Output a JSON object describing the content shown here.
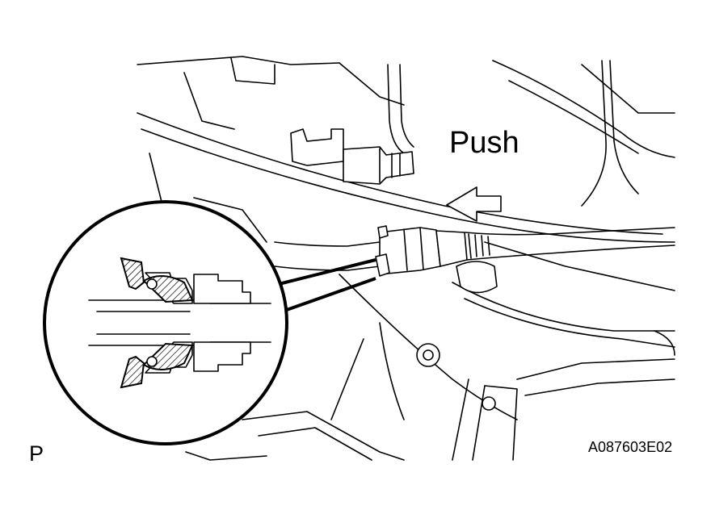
{
  "diagram": {
    "push_label": "Push",
    "view_marker": "P",
    "figure_code": "A087603E02",
    "icons": [
      "push-direction-arrow",
      "magnifier-circle"
    ]
  }
}
